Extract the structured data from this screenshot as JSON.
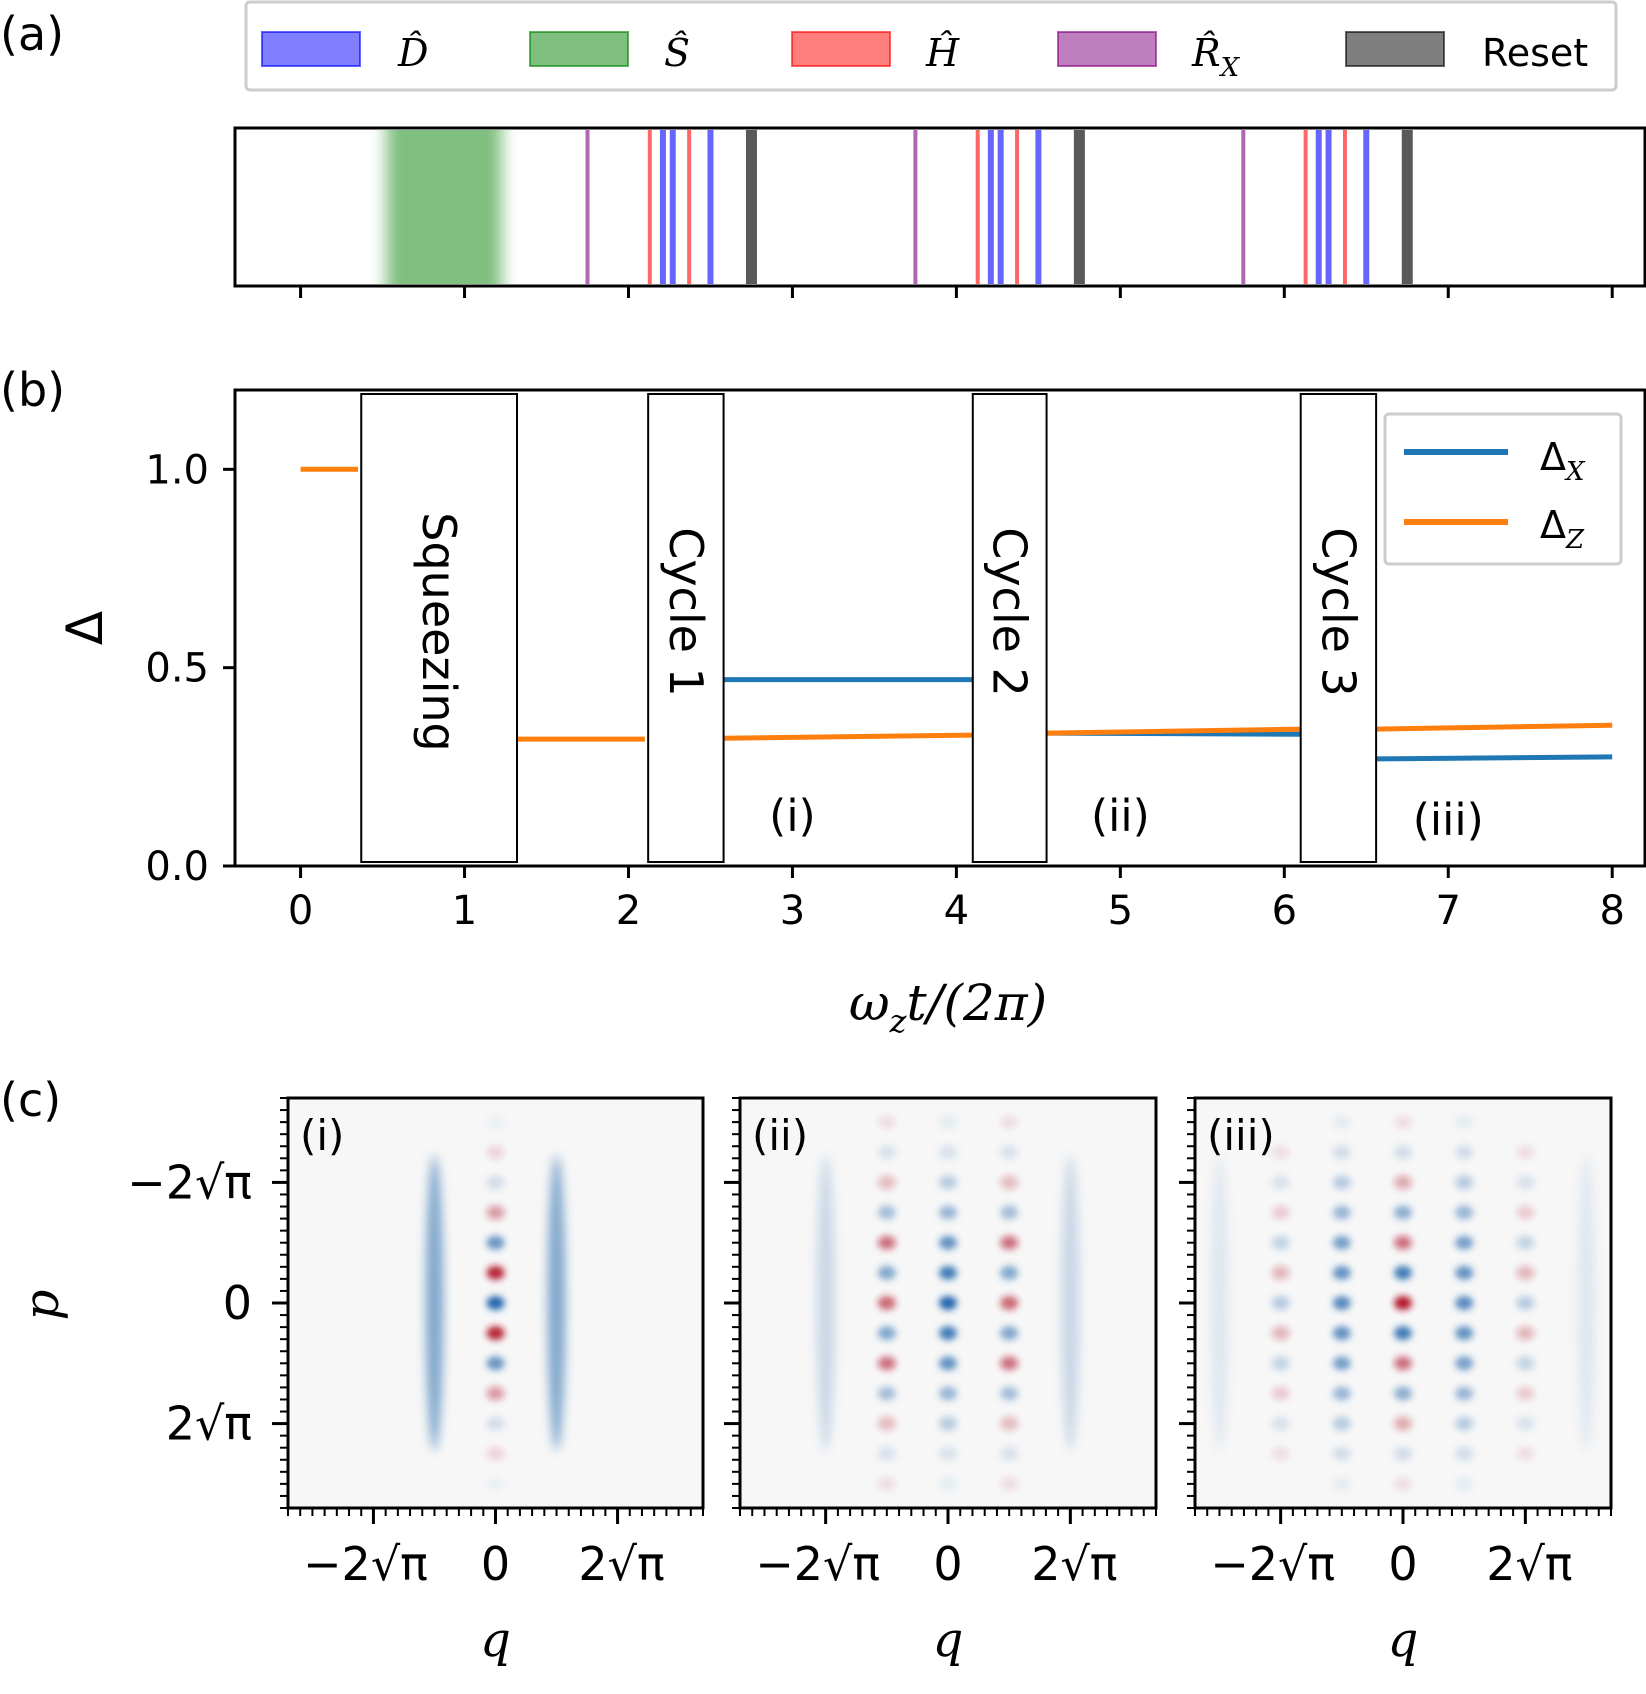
{
  "panel_labels": {
    "a": "(a)",
    "b": "(b)",
    "c": "(c)"
  },
  "legend_a": {
    "entries": [
      {
        "label": "D̂",
        "color": "#0000ff"
      },
      {
        "label": "Ŝ",
        "color": "#008000"
      },
      {
        "label": "Ĥ",
        "color": "#ff0000"
      },
      {
        "label": "R̂",
        "sub": "X",
        "color": "#800080"
      },
      {
        "label": "Reset",
        "color": "#000000"
      }
    ]
  },
  "chart_data": [
    {
      "type": "timeline",
      "panel": "a",
      "xlim": [
        -0.4,
        8.2
      ],
      "squeeze_interval": [
        0.45,
        1.3
      ],
      "pulses": [
        {
          "gate": "R",
          "t": 1.75,
          "color": "#800080"
        },
        {
          "gate": "H",
          "t": 2.13,
          "color": "#ff0000"
        },
        {
          "gate": "D",
          "t": 2.21,
          "color": "#0000ff"
        },
        {
          "gate": "D",
          "t": 2.27,
          "color": "#0000ff"
        },
        {
          "gate": "H",
          "t": 2.37,
          "color": "#ff0000"
        },
        {
          "gate": "D",
          "t": 2.5,
          "color": "#0000ff"
        },
        {
          "gate": "Reset",
          "t": 2.75,
          "color": "#000000"
        },
        {
          "gate": "R",
          "t": 3.75,
          "color": "#800080"
        },
        {
          "gate": "H",
          "t": 4.13,
          "color": "#ff0000"
        },
        {
          "gate": "D",
          "t": 4.21,
          "color": "#0000ff"
        },
        {
          "gate": "D",
          "t": 4.27,
          "color": "#0000ff"
        },
        {
          "gate": "H",
          "t": 4.37,
          "color": "#ff0000"
        },
        {
          "gate": "D",
          "t": 4.5,
          "color": "#0000ff"
        },
        {
          "gate": "Reset",
          "t": 4.75,
          "color": "#000000"
        },
        {
          "gate": "R",
          "t": 5.75,
          "color": "#800080"
        },
        {
          "gate": "H",
          "t": 6.13,
          "color": "#ff0000"
        },
        {
          "gate": "D",
          "t": 6.21,
          "color": "#0000ff"
        },
        {
          "gate": "D",
          "t": 6.27,
          "color": "#0000ff"
        },
        {
          "gate": "H",
          "t": 6.37,
          "color": "#ff0000"
        },
        {
          "gate": "D",
          "t": 6.5,
          "color": "#0000ff"
        },
        {
          "gate": "Reset",
          "t": 6.75,
          "color": "#000000"
        }
      ]
    },
    {
      "type": "line",
      "panel": "b",
      "xlabel": "ωzt/(2π)",
      "ylabel": "Δ",
      "xlim": [
        -0.4,
        8.2
      ],
      "ylim": [
        0.0,
        1.2
      ],
      "xticks": [
        0,
        1,
        2,
        3,
        4,
        5,
        6,
        7,
        8
      ],
      "yticks": [
        0.0,
        0.5,
        1.0
      ],
      "ytick_labels": [
        "0.0",
        "0.5",
        "1.0"
      ],
      "series": [
        {
          "name": "Δ",
          "sub": "X",
          "color": "#1f77b4",
          "segments": [
            [
              [
                2.58,
                0.47
              ],
              [
                4.1,
                0.47
              ]
            ],
            [
              [
                4.55,
                0.335
              ],
              [
                6.1,
                0.332
              ]
            ],
            [
              [
                6.55,
                0.27
              ],
              [
                8.0,
                0.275
              ]
            ]
          ]
        },
        {
          "name": "Δ",
          "sub": "Z",
          "color": "#ff7f0e",
          "segments": [
            [
              [
                0,
                1.0
              ],
              [
                0.35,
                1.0
              ]
            ],
            [
              [
                1.3,
                0.32
              ],
              [
                2.1,
                0.32
              ]
            ],
            [
              [
                2.58,
                0.322
              ],
              [
                4.1,
                0.33
              ]
            ],
            [
              [
                4.55,
                0.335
              ],
              [
                6.1,
                0.345
              ]
            ],
            [
              [
                6.55,
                0.345
              ],
              [
                8.0,
                0.355
              ]
            ]
          ]
        }
      ],
      "boxes": [
        {
          "label": "Squeezing",
          "x0": 0.37,
          "x1": 1.32
        },
        {
          "label": "Cycle 1",
          "x0": 2.12,
          "x1": 2.58
        },
        {
          "label": "Cycle 2",
          "x0": 4.1,
          "x1": 4.55
        },
        {
          "label": "Cycle 3",
          "x0": 6.1,
          "x1": 6.56
        }
      ],
      "annotations": [
        {
          "text": "(i)",
          "x": 3.0,
          "y": 0.09
        },
        {
          "text": "(ii)",
          "x": 5.0,
          "y": 0.09
        },
        {
          "text": "(iii)",
          "x": 7.0,
          "y": 0.08
        }
      ]
    },
    {
      "type": "heatmap",
      "panel": "c",
      "xlabel": "q",
      "ylabel": "p",
      "tick_labels": [
        "−2√π",
        "0",
        "2√π"
      ],
      "plots": [
        {
          "tag": "(i)",
          "columns": [
            {
              "x": -1,
              "amps": [
                {
                  "j": 0,
                  "a": -0.55
                }
              ],
              "envelope": "wide"
            },
            {
              "x": 0,
              "amps": [
                {
                  "j": -6,
                  "a": -0.05
                },
                {
                  "j": -5,
                  "a": 0.14
                },
                {
                  "j": -4,
                  "a": -0.18
                },
                {
                  "j": -3,
                  "a": 0.42
                },
                {
                  "j": -2,
                  "a": -0.68
                },
                {
                  "j": -1,
                  "a": 0.95
                },
                {
                  "j": 0,
                  "a": -1.0
                },
                {
                  "j": 1,
                  "a": 0.95
                },
                {
                  "j": 2,
                  "a": -0.68
                },
                {
                  "j": 3,
                  "a": 0.42
                },
                {
                  "j": 4,
                  "a": -0.18
                },
                {
                  "j": 5,
                  "a": 0.14
                },
                {
                  "j": 6,
                  "a": -0.05
                }
              ]
            },
            {
              "x": 1,
              "amps": [
                {
                  "j": 0,
                  "a": -0.55
                }
              ],
              "envelope": "wide"
            }
          ]
        },
        {
          "tag": "(ii)",
          "columns": [
            {
              "x": -2,
              "amps": [
                {
                  "j": 0,
                  "a": -0.22
                }
              ],
              "envelope": "wide"
            },
            {
              "x": -1,
              "amps": [
                {
                  "j": -6,
                  "a": 0.1
                },
                {
                  "j": -5,
                  "a": -0.15
                },
                {
                  "j": -4,
                  "a": 0.28
                },
                {
                  "j": -3,
                  "a": -0.4
                },
                {
                  "j": -2,
                  "a": 0.6
                },
                {
                  "j": -1,
                  "a": -0.55
                },
                {
                  "j": 0,
                  "a": 0.65
                },
                {
                  "j": 1,
                  "a": -0.55
                },
                {
                  "j": 2,
                  "a": 0.6
                },
                {
                  "j": 3,
                  "a": -0.4
                },
                {
                  "j": 4,
                  "a": 0.28
                },
                {
                  "j": 5,
                  "a": -0.15
                },
                {
                  "j": 6,
                  "a": 0.1
                }
              ]
            },
            {
              "x": 0,
              "amps": [
                {
                  "j": -6,
                  "a": -0.08
                },
                {
                  "j": -5,
                  "a": -0.15
                },
                {
                  "j": -4,
                  "a": -0.3
                },
                {
                  "j": -3,
                  "a": -0.45
                },
                {
                  "j": -2,
                  "a": -0.7
                },
                {
                  "j": -1,
                  "a": -0.85
                },
                {
                  "j": 0,
                  "a": -1.0
                },
                {
                  "j": 1,
                  "a": -0.85
                },
                {
                  "j": 2,
                  "a": -0.7
                },
                {
                  "j": 3,
                  "a": -0.45
                },
                {
                  "j": 4,
                  "a": -0.3
                },
                {
                  "j": 5,
                  "a": -0.15
                },
                {
                  "j": 6,
                  "a": -0.08
                }
              ]
            },
            {
              "x": 1,
              "amps": [
                {
                  "j": -6,
                  "a": 0.1
                },
                {
                  "j": -5,
                  "a": -0.15
                },
                {
                  "j": -4,
                  "a": 0.28
                },
                {
                  "j": -3,
                  "a": -0.4
                },
                {
                  "j": -2,
                  "a": 0.6
                },
                {
                  "j": -1,
                  "a": -0.55
                },
                {
                  "j": 0,
                  "a": 0.65
                },
                {
                  "j": 1,
                  "a": -0.55
                },
                {
                  "j": 2,
                  "a": 0.6
                },
                {
                  "j": 3,
                  "a": -0.4
                },
                {
                  "j": 4,
                  "a": 0.28
                },
                {
                  "j": 5,
                  "a": -0.15
                },
                {
                  "j": 6,
                  "a": 0.1
                }
              ]
            },
            {
              "x": 2,
              "amps": [
                {
                  "j": 0,
                  "a": -0.22
                }
              ],
              "envelope": "wide"
            }
          ]
        },
        {
          "tag": "(iii)",
          "columns": [
            {
              "x": -3,
              "amps": [
                {
                  "j": 0,
                  "a": -0.1
                }
              ],
              "envelope": "wide"
            },
            {
              "x": -2,
              "amps": [
                {
                  "j": -5,
                  "a": 0.1
                },
                {
                  "j": -4,
                  "a": -0.15
                },
                {
                  "j": -3,
                  "a": 0.18
                },
                {
                  "j": -2,
                  "a": -0.25
                },
                {
                  "j": -1,
                  "a": 0.3
                },
                {
                  "j": 0,
                  "a": -0.3
                },
                {
                  "j": 1,
                  "a": 0.3
                },
                {
                  "j": 2,
                  "a": -0.25
                },
                {
                  "j": 3,
                  "a": 0.18
                },
                {
                  "j": 4,
                  "a": -0.15
                },
                {
                  "j": 5,
                  "a": 0.1
                }
              ]
            },
            {
              "x": -1,
              "amps": [
                {
                  "j": -6,
                  "a": -0.08
                },
                {
                  "j": -5,
                  "a": -0.18
                },
                {
                  "j": -4,
                  "a": -0.3
                },
                {
                  "j": -3,
                  "a": -0.45
                },
                {
                  "j": -2,
                  "a": -0.6
                },
                {
                  "j": -1,
                  "a": -0.7
                },
                {
                  "j": 0,
                  "a": -0.75
                },
                {
                  "j": 1,
                  "a": -0.7
                },
                {
                  "j": 2,
                  "a": -0.6
                },
                {
                  "j": 3,
                  "a": -0.45
                },
                {
                  "j": 4,
                  "a": -0.3
                },
                {
                  "j": 5,
                  "a": -0.18
                },
                {
                  "j": 6,
                  "a": -0.08
                }
              ]
            },
            {
              "x": 0,
              "amps": [
                {
                  "j": -6,
                  "a": 0.1
                },
                {
                  "j": -5,
                  "a": -0.18
                },
                {
                  "j": -4,
                  "a": 0.35
                },
                {
                  "j": -3,
                  "a": -0.5
                },
                {
                  "j": -2,
                  "a": 0.6
                },
                {
                  "j": -1,
                  "a": -0.85
                },
                {
                  "j": 0,
                  "a": 1.0
                },
                {
                  "j": 1,
                  "a": -0.85
                },
                {
                  "j": 2,
                  "a": 0.6
                },
                {
                  "j": 3,
                  "a": -0.5
                },
                {
                  "j": 4,
                  "a": 0.35
                },
                {
                  "j": 5,
                  "a": -0.18
                },
                {
                  "j": 6,
                  "a": 0.1
                }
              ]
            },
            {
              "x": 1,
              "amps": [
                {
                  "j": -6,
                  "a": -0.08
                },
                {
                  "j": -5,
                  "a": -0.18
                },
                {
                  "j": -4,
                  "a": -0.3
                },
                {
                  "j": -3,
                  "a": -0.45
                },
                {
                  "j": -2,
                  "a": -0.6
                },
                {
                  "j": -1,
                  "a": -0.7
                },
                {
                  "j": 0,
                  "a": -0.75
                },
                {
                  "j": 1,
                  "a": -0.7
                },
                {
                  "j": 2,
                  "a": -0.6
                },
                {
                  "j": 3,
                  "a": -0.45
                },
                {
                  "j": 4,
                  "a": -0.3
                },
                {
                  "j": 5,
                  "a": -0.18
                },
                {
                  "j": 6,
                  "a": -0.08
                }
              ]
            },
            {
              "x": 2,
              "amps": [
                {
                  "j": -5,
                  "a": 0.1
                },
                {
                  "j": -4,
                  "a": -0.15
                },
                {
                  "j": -3,
                  "a": 0.18
                },
                {
                  "j": -2,
                  "a": -0.25
                },
                {
                  "j": -1,
                  "a": 0.3
                },
                {
                  "j": 0,
                  "a": -0.3
                },
                {
                  "j": 1,
                  "a": 0.3
                },
                {
                  "j": 2,
                  "a": -0.25
                },
                {
                  "j": 3,
                  "a": 0.18
                },
                {
                  "j": 4,
                  "a": -0.15
                },
                {
                  "j": 5,
                  "a": 0.1
                }
              ]
            },
            {
              "x": 3,
              "amps": [
                {
                  "j": 0,
                  "a": -0.1
                }
              ],
              "envelope": "wide"
            }
          ]
        }
      ]
    }
  ]
}
